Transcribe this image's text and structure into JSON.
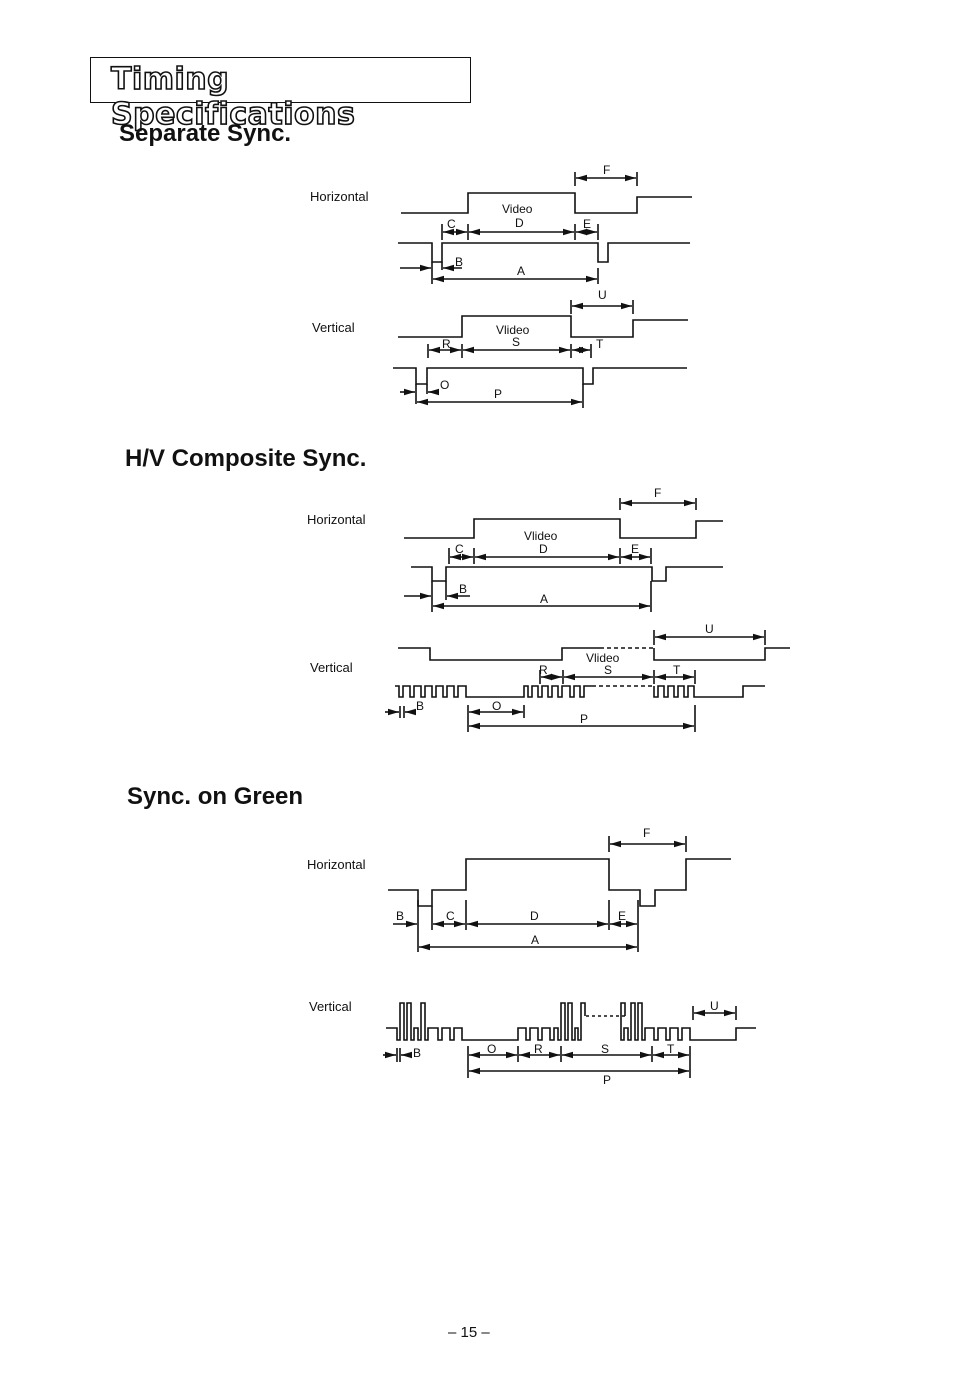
{
  "title": "Timing Specifications",
  "sections": {
    "separate": {
      "heading": "Separate Sync.",
      "horizontal_label": "Horizontal",
      "vertical_label": "Vertical",
      "h_video": "Video",
      "v_video": "Vlideo",
      "letters": {
        "A": "A",
        "B": "B",
        "C": "C",
        "D": "D",
        "E": "E",
        "F": "F",
        "O": "O",
        "P": "P",
        "R": "R",
        "S": "S",
        "T": "T",
        "U": "U"
      }
    },
    "composite": {
      "heading": "H/V Composite Sync.",
      "horizontal_label": "Horizontal",
      "vertical_label": "Vertical",
      "h_video": "Vlideo",
      "v_video": "Vlideo",
      "letters": {
        "A": "A",
        "B": "B",
        "C": "C",
        "D": "D",
        "E": "E",
        "F": "F",
        "O": "O",
        "P": "P",
        "R": "R",
        "S": "S",
        "T": "T",
        "U": "U"
      }
    },
    "green": {
      "heading": "Sync. on Green",
      "horizontal_label": "Horizontal",
      "vertical_label": "Vertical",
      "letters": {
        "A": "A",
        "B": "B",
        "C": "C",
        "D": "D",
        "E": "E",
        "F": "F",
        "O": "O",
        "P": "P",
        "R": "R",
        "S": "S",
        "T": "T",
        "U": "U"
      }
    }
  },
  "page_number": "– 15 –"
}
